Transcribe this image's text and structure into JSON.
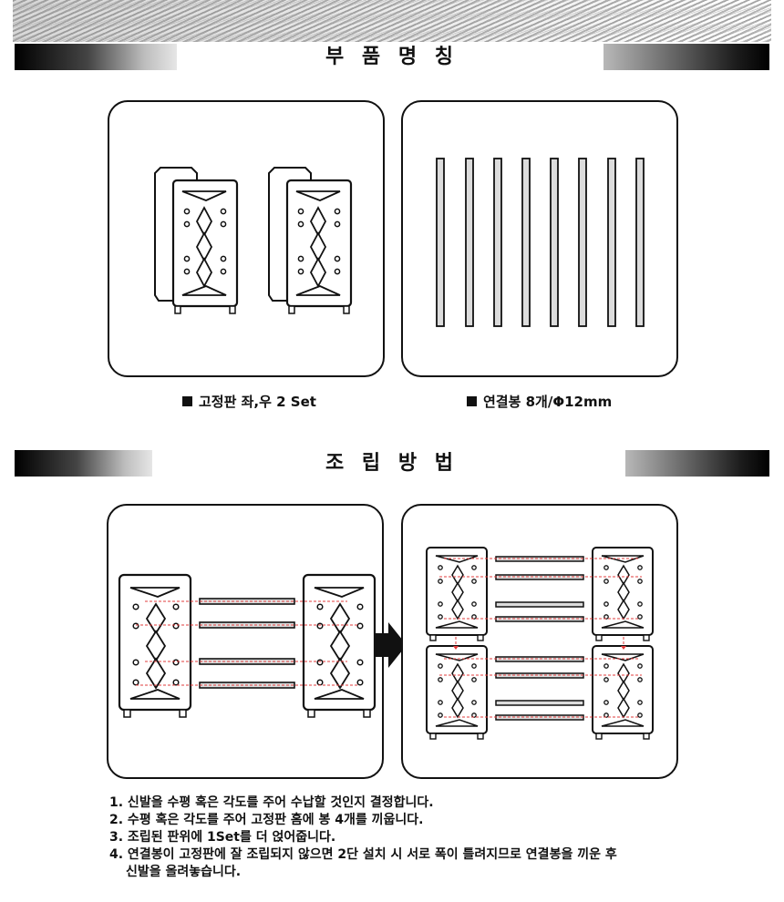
{
  "sections": {
    "parts": {
      "title": "부 품 명 칭"
    },
    "assembly": {
      "title": "조 립 방 법"
    }
  },
  "parts": {
    "plate_caption": "고정판 좌,우 2 Set",
    "rod_caption": "연결봉 8개/Φ12mm"
  },
  "assembly": {
    "steps": [
      "1. 신발을 수평 혹은 각도를 주어 수납할 것인지 결정합니다.",
      "2. 수평 혹은 각도를 주어 고정판 홈에 봉 4개를 끼웁니다.",
      "3. 조립된 판위에 1Set를 더 얹어줍니다.",
      "4. 연결봉이 고정판에 잘 조립되지 않으면 2단 설치 시 서로 폭이 틀려지므로 연결봉을 끼운 후",
      "신발을 올려놓습니다."
    ]
  },
  "icons": {
    "bullet": "square-bullet-icon",
    "step_arrow": "right-arrow-icon"
  },
  "colors": {
    "ink": "#111111",
    "guide_line": "#e23c3c",
    "rod_fill": "#dcdcdc"
  }
}
